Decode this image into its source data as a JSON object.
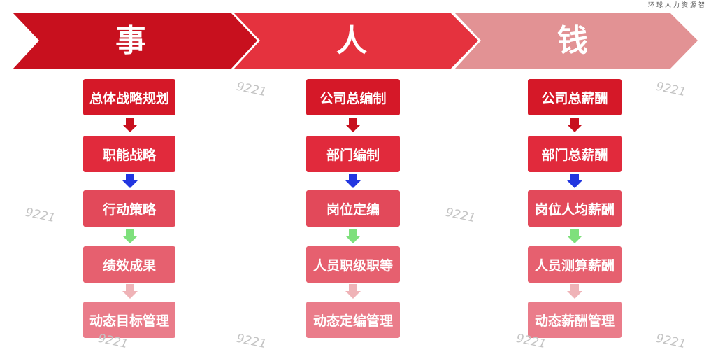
{
  "corner_text": "环球人力资源智",
  "stages": [
    {
      "label": "事",
      "color": "#c8101e"
    },
    {
      "label": "人",
      "color": "#e5323e"
    },
    {
      "label": "钱",
      "color": "#e29294"
    }
  ],
  "columns": [
    {
      "items": [
        "总体战略规划",
        "职能战略",
        "行动策略",
        "绩效成果",
        "动态目标管理"
      ]
    },
    {
      "items": [
        "公司总编制",
        "部门编制",
        "岗位定编",
        "人员职级职等",
        "动态定编管理"
      ]
    },
    {
      "items": [
        "公司总薪酬",
        "部门总薪酬",
        "岗位人均薪酬",
        "人员测算薪酬",
        "动态薪酬管理"
      ]
    }
  ],
  "arrow_colors": [
    "#c8101e",
    "#2236e0",
    "#7ee07c",
    "#efb3b7"
  ],
  "watermark": "9221"
}
